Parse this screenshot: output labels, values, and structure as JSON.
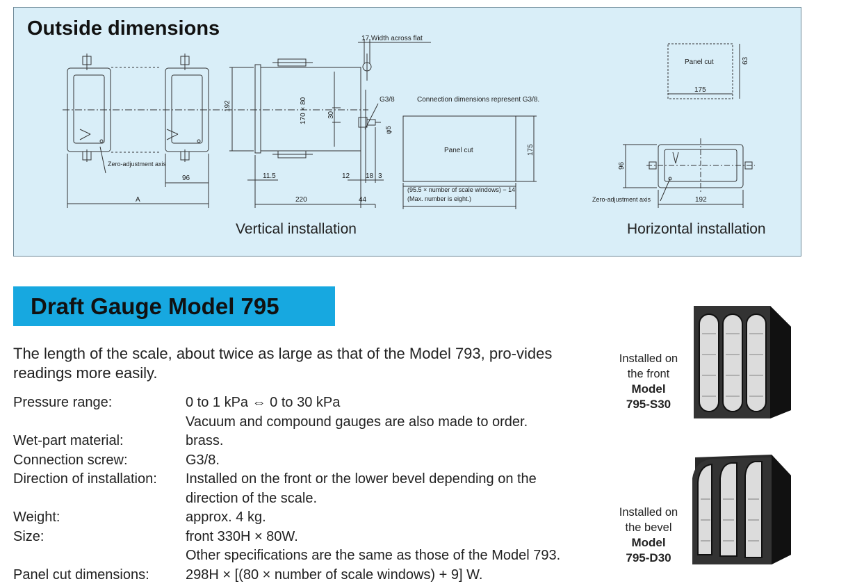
{
  "outside_dimensions": {
    "title": "Outside dimensions",
    "labels": {
      "width_across_flat": "17 Width across flat",
      "g38_connection": "G3/8",
      "connection_note": "Connection dimensions represent G3/8.",
      "panel_cut": "Panel cut",
      "zero_adjustment_axis": "Zero-adjustment axis",
      "zero_adjustment_axis_horizontal": "Zero-adjustment axis",
      "panel_formula_1": "(95.5 × number of scale windows) − 14",
      "panel_formula_2": "(Max. number is eight.)",
      "dimensions": {
        "a": "A",
        "d96": "96",
        "d11_5": "11.5",
        "d220": "220",
        "d12": "12",
        "d18": "18",
        "d3": "3",
        "d44": "44",
        "d192": "192",
        "d170x80": "170 × 80",
        "d30": "30",
        "d_phi5": "φ5",
        "d175": "175",
        "h_d63": "63",
        "h_d175": "175",
        "h_d96": "96",
        "h_d192": "192"
      }
    },
    "captions": {
      "vertical": "Vertical installation",
      "horizontal": "Horizontal installation"
    }
  },
  "model": {
    "title": "Draft Gauge Model 795",
    "intro": "The length of the scale, about twice as large as that of the Model 793, pro-vides readings more easily.",
    "specs": [
      {
        "label": "Pressure range:",
        "value": "0 to 1 kPa ⇔ 0 to 30 kPa"
      },
      {
        "label": "",
        "value": "Vacuum and compound gauges are also made to order."
      },
      {
        "label": "Wet-part material:",
        "value": "brass."
      },
      {
        "label": "Connection screw:",
        "value": "G3/8."
      },
      {
        "label": "Direction of installation:",
        "value": "Installed on the front or the lower bevel depending on the"
      },
      {
        "label": "",
        "value": "direction of the scale."
      },
      {
        "label": "Weight:",
        "value": "approx. 4 kg."
      },
      {
        "label": "Size:",
        "value": "front 330H × 80W."
      },
      {
        "label": "",
        "value": "Other specifications are the same as those of the Model 793."
      },
      {
        "label": "Panel cut dimensions:",
        "value": "298H × [(80 × number of scale windows) + 9] W."
      }
    ],
    "photos": [
      {
        "caption_1": "Installed on",
        "caption_2": "the front",
        "model_1": "Model",
        "model_2": "795-S30"
      },
      {
        "caption_1": "Installed on",
        "caption_2": "the bevel",
        "model_1": "Model",
        "model_2": "795-D30"
      }
    ]
  }
}
